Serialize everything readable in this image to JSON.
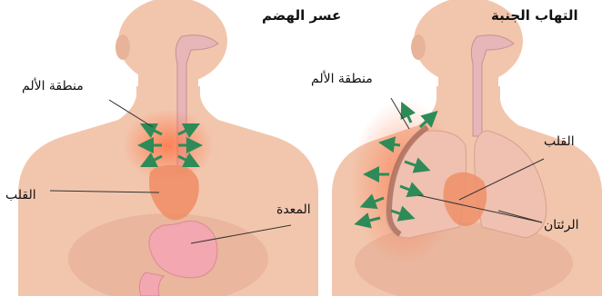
{
  "titles": {
    "indigestion": "عسر الهضم",
    "pleurisy": "التهاب الجنبة"
  },
  "labels": {
    "pain_area_left": "منطقة الألم",
    "heart_left": "القلب",
    "stomach": "المعدة",
    "pain_area_right": "منطقة الألم",
    "heart_right": "القلب",
    "lungs": "الرئتان"
  },
  "colors": {
    "skin": "#f2c6ad",
    "skin_shadow": "#e3a98f",
    "pain_glow": "#ff7a45",
    "heart": "#ef8f68",
    "stomach": "#f3a7b0",
    "lung": "#f0c0b0",
    "arrow": "#2e8b57",
    "airway": "#e6b6b8"
  }
}
